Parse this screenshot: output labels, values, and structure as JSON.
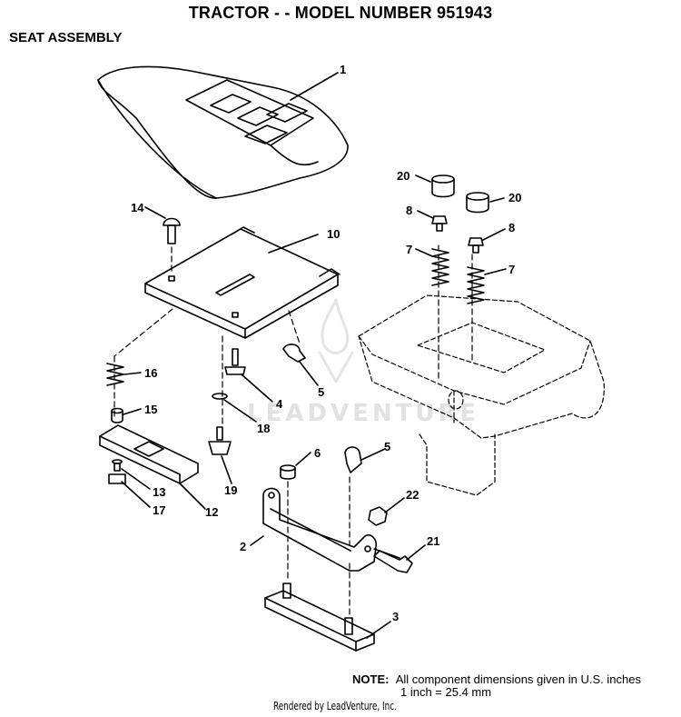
{
  "header": {
    "title": "TRACTOR - - MODEL NUMBER 951943",
    "subtitle": "SEAT ASSEMBLY"
  },
  "callouts": [
    "1",
    "2",
    "3",
    "4",
    "5",
    "5",
    "6",
    "7",
    "7",
    "8",
    "8",
    "10",
    "12",
    "13",
    "14",
    "15",
    "16",
    "17",
    "18",
    "19",
    "20",
    "20",
    "21",
    "22"
  ],
  "note": {
    "label": "NOTE:",
    "line1": "All component dimensions given in U.S. inches",
    "line2": "1 inch = 25.4 mm"
  },
  "watermark": "LEADVENTURE",
  "footer": "Rendered by LeadVenture, Inc."
}
